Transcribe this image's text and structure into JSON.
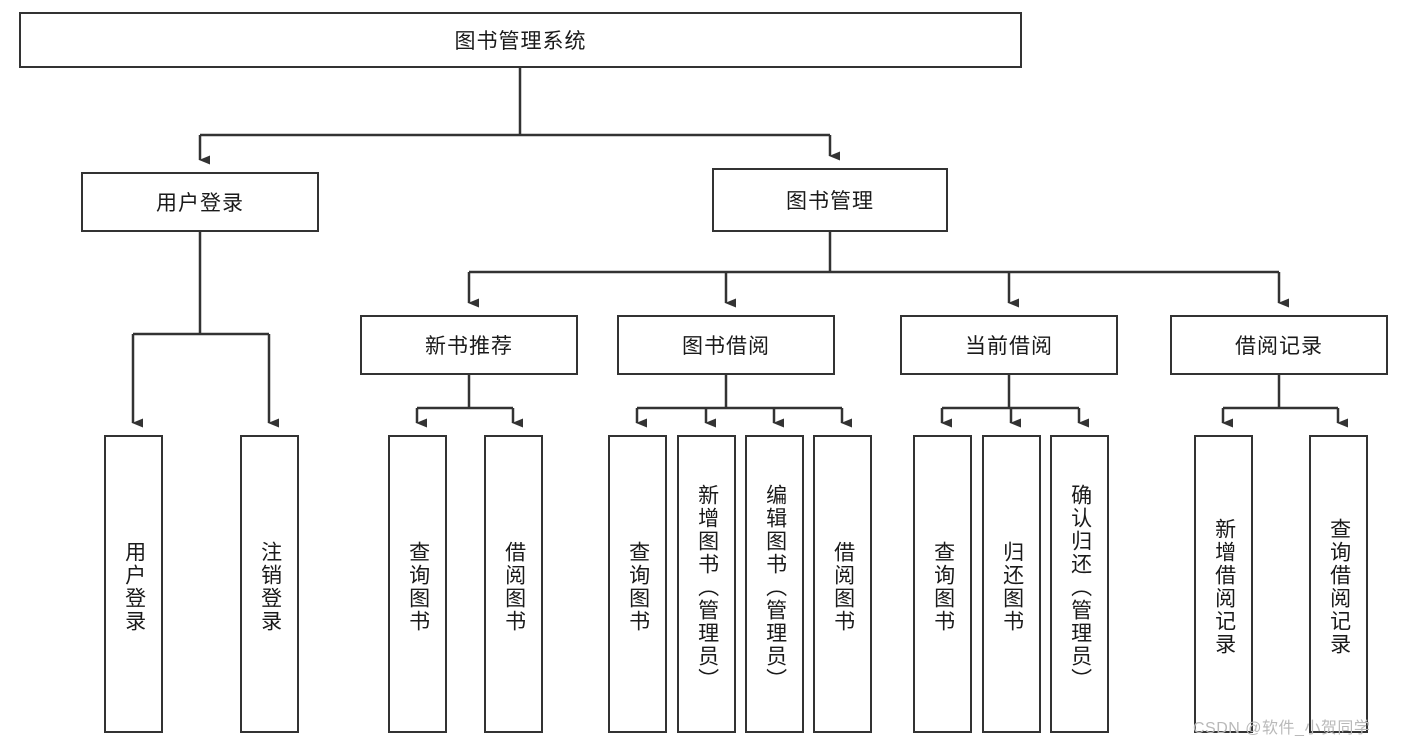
{
  "diagram": {
    "type": "tree",
    "title": "图书管理系统",
    "root": {
      "label": "图书管理系统"
    },
    "level1": [
      {
        "label": "用户登录"
      },
      {
        "label": "图书管理"
      }
    ],
    "level2": [
      {
        "label": "新书推荐"
      },
      {
        "label": "图书借阅"
      },
      {
        "label": "当前借阅"
      },
      {
        "label": "借阅记录"
      }
    ],
    "leaves": {
      "user_login": [
        {
          "label": "用户登录"
        },
        {
          "label": "注销登录"
        }
      ],
      "new_book": [
        {
          "label": "查询图书"
        },
        {
          "label": "借阅图书"
        }
      ],
      "book_borrow": [
        {
          "label": "查询图书"
        },
        {
          "label": "新增图书（管理员）"
        },
        {
          "label": "编辑图书（管理员）"
        },
        {
          "label": "借阅图书"
        }
      ],
      "current_borrow": [
        {
          "label": "查询图书"
        },
        {
          "label": "归还图书"
        },
        {
          "label": "确认归还（管理员）"
        }
      ],
      "borrow_record": [
        {
          "label": "新增借阅记录"
        },
        {
          "label": "查询借阅记录"
        }
      ]
    }
  },
  "watermark": {
    "text": "CSDN @软件_小贺同学"
  },
  "colors": {
    "stroke": "#333333",
    "fill": "#ffffff",
    "text": "#1a1a1a",
    "watermark": "#b9b9b9"
  }
}
